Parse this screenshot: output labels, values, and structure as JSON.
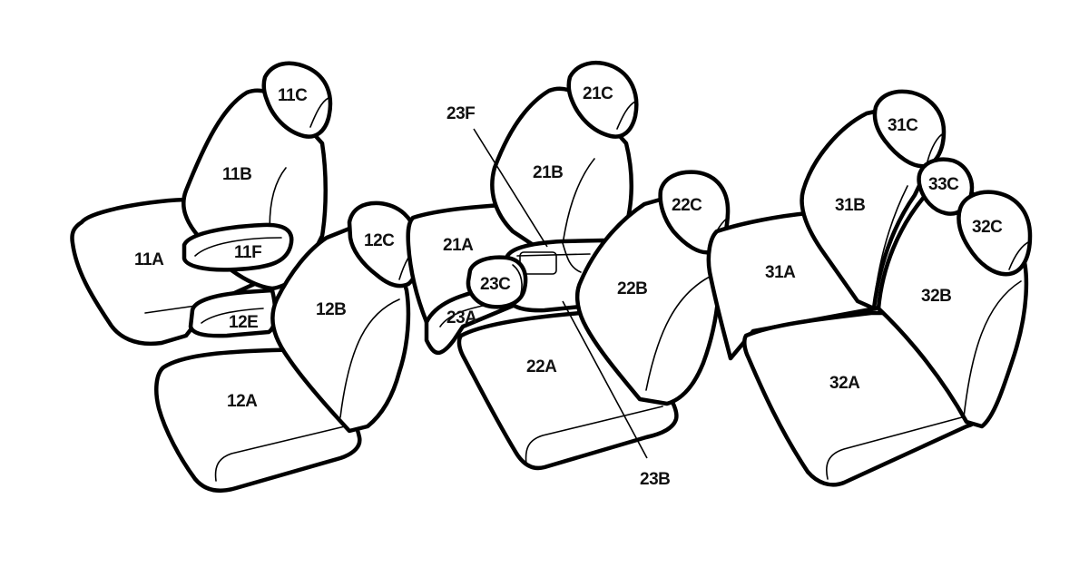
{
  "labels": {
    "l11A": "11A",
    "l11B": "11B",
    "l11C": "11C",
    "l11F": "11F",
    "l12A": "12A",
    "l12B": "12B",
    "l12C": "12C",
    "l12E": "12E",
    "l21A": "21A",
    "l21B": "21B",
    "l21C": "21C",
    "l22A": "22A",
    "l22B": "22B",
    "l22C": "22C",
    "l23A": "23A",
    "l23B": "23B",
    "l23C": "23C",
    "l23F": "23F",
    "l31A": "31A",
    "l31B": "31B",
    "l31C": "31C",
    "l32A": "32A",
    "l32B": "32B",
    "l32C": "32C",
    "l33C": "33C"
  },
  "colors": {
    "line": "#000000",
    "background": "#ffffff"
  }
}
